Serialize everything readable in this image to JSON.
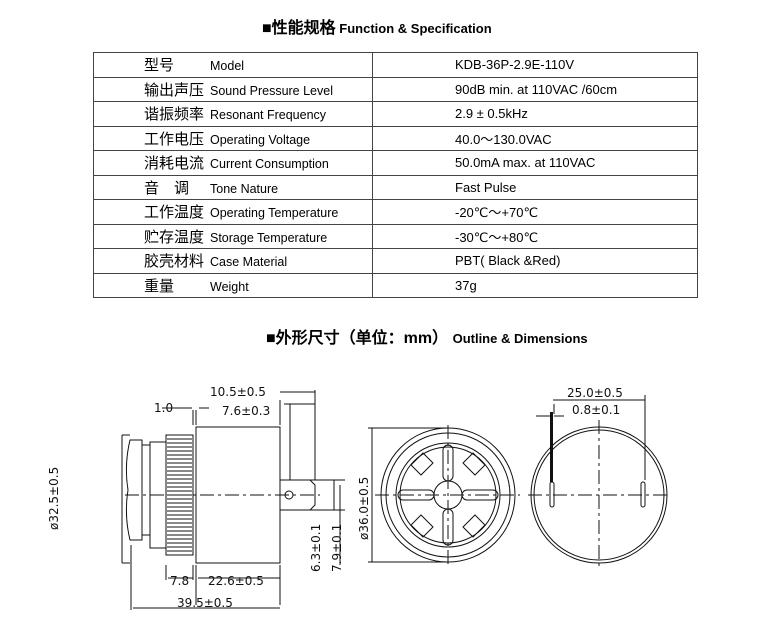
{
  "spec_title": {
    "cn": "■性能规格",
    "en": " Function & Specification"
  },
  "spec_rows": [
    {
      "cn": "型号",
      "en": "Model",
      "value": "KDB-36P-2.9E-110V"
    },
    {
      "cn": "输出声压",
      "en": "Sound Pressure Level",
      "value": "90dB min. at 110VAC /60cm"
    },
    {
      "cn": "谐振频率",
      "en": "Resonant Frequency",
      "value": "2.9 ± 0.5kHz"
    },
    {
      "cn": "工作电压",
      "en": "Operating Voltage",
      "value": "40.0～130.0VAC"
    },
    {
      "cn": "消耗电流",
      "en": "Current Consumption",
      "value": "50.0mA max. at 110VAC"
    },
    {
      "cn": "音　调",
      "en": "Tone Nature",
      "value": "Fast Pulse"
    },
    {
      "cn": "工作温度",
      "en": "Operating Temperature",
      "value": "-20℃～+70℃"
    },
    {
      "cn": "贮存温度",
      "en": "Storage Temperature",
      "value": "-30℃～+80℃"
    },
    {
      "cn": "胶壳材料",
      "en": "Case Material",
      "value": "PBT( Black &Red)"
    },
    {
      "cn": "重量",
      "en": "Weight",
      "value": "37g"
    }
  ],
  "dim_title": {
    "cn": "■外形尺寸（单位：mm）",
    "en": "Outline & Dimensions"
  },
  "dims": {
    "d_10_5": "10.5±0.5",
    "d_1_0": "1.0",
    "d_7_6": "7.6±0.3",
    "d_32_5": "ø32.5±0.5",
    "d_6_3": "6.3±0.1",
    "d_7_9": "7.9±0.1",
    "d_7_8": "7.8",
    "d_22_6": "22.6±0.5",
    "d_39_5": "39.5±0.5",
    "d_36_0": "ø36.0±0.5",
    "d_25_0": "25.0±0.5",
    "d_0_8": "0.8±0.1"
  }
}
